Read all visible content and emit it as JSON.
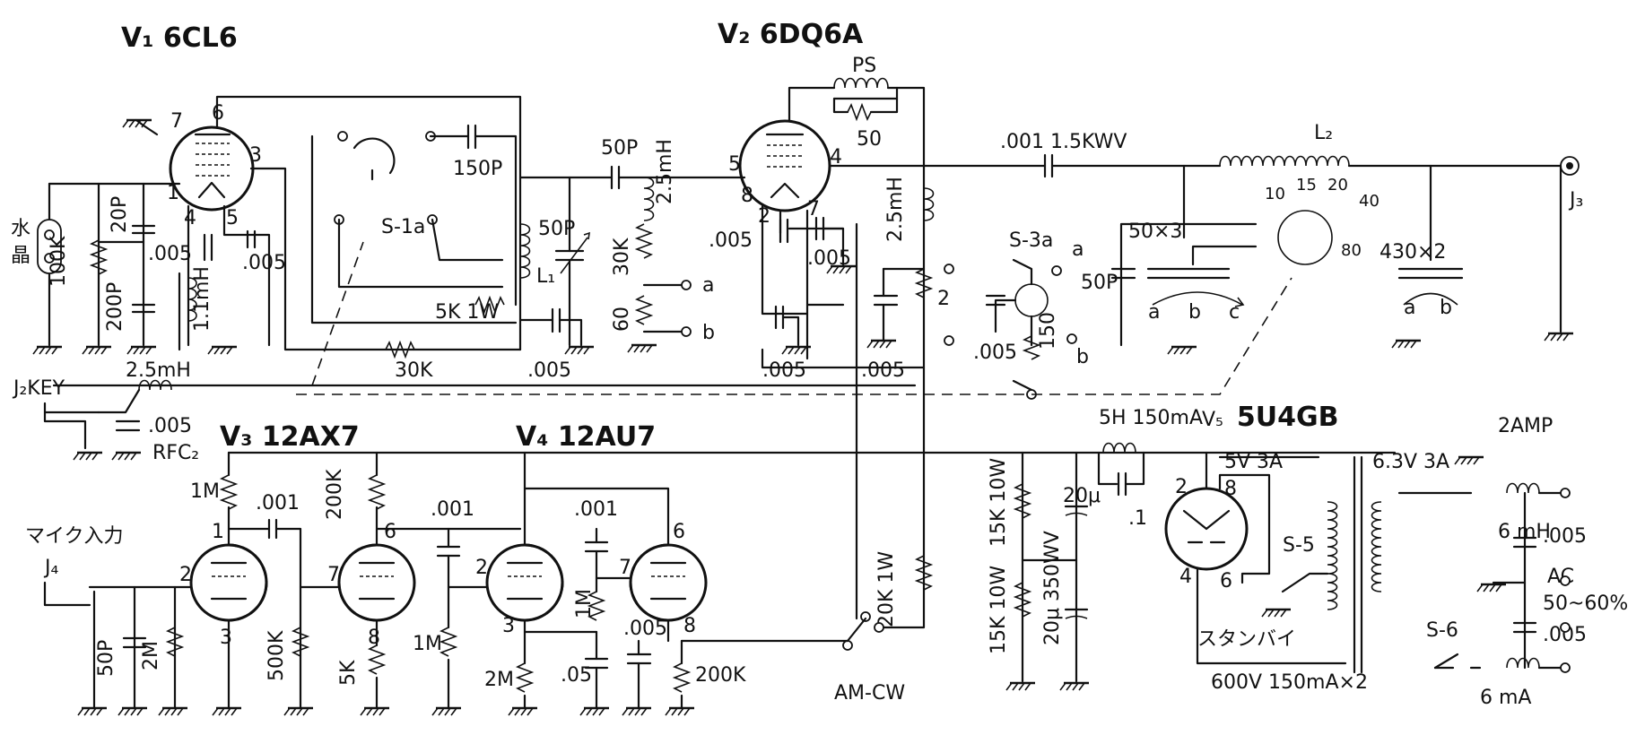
{
  "tubes": {
    "v1": {
      "designator": "V₁",
      "type": "6CL6"
    },
    "v2": {
      "designator": "V₂",
      "type": "6DQ6A"
    },
    "v3": {
      "designator": "V₃",
      "type": "12AX7"
    },
    "v4": {
      "designator": "V₄",
      "type": "12AU7"
    },
    "v5": {
      "designator": "V₅",
      "type": "5U4GB"
    }
  },
  "pins": {
    "v1_p7": "7",
    "v1_p6": "6",
    "v1_p3": "3",
    "v1_p1": "1",
    "v1_p4": "4",
    "v1_p5": "5",
    "v2_p5": "5",
    "v2_p4": "4",
    "v2_p8": "8",
    "v2_p2": "2",
    "v2_p7": "7",
    "v3_p1": "1",
    "v3_p2": "2",
    "v3_p3": "3",
    "v3_p6": "6",
    "v3_p7": "7",
    "v3_p8": "8",
    "v4_p2": "2",
    "v4_p3": "3",
    "v4_p6": "6",
    "v4_p7": "7",
    "v4_p8": "8",
    "v5_p2": "2",
    "v5_p8": "8",
    "v5_p4": "4",
    "v5_p6": "6"
  },
  "components": {
    "crystal": "水\n晶",
    "r100k": "100K",
    "c20p": "20P",
    "c200p": "200P",
    "c005_v1a": ".005",
    "c005_v1b": ".005",
    "l11mh": "1.1mH",
    "c150p": "150P",
    "s1a": "S-1a",
    "c50p_in": "50P",
    "c50p_var": "50P",
    "l1": "L₁",
    "r5k1w": "5K 1W",
    "r30k": "30K",
    "c005_l1": ".005",
    "j2": "J₂KEY",
    "l25mh_key": "2.5mH",
    "c005_key": ".005",
    "rfc2": "RFC₂",
    "l25mh_g2": "2.5mH",
    "r30k_g2": "30K",
    "r60": "60",
    "ps": "PS",
    "r50": "50",
    "c005_v2a": ".005",
    "c005_v2b": ".005",
    "c005_v2c": ".005",
    "c005_v2d": ".005",
    "l25mh_plate": "2.5mH",
    "r2": "2",
    "c001": ".001 1.5KWV",
    "l2": "L₂",
    "taps": [
      "10",
      "15",
      "20",
      "40",
      "80"
    ],
    "c50x3": "50×3",
    "c50p_out": "50P",
    "c430x2": "430×2",
    "j3": "J₃",
    "s3a": "S-3a",
    "c005_s3": ".005",
    "r150": "150",
    "mic": "マイク入力",
    "j4": "J₄",
    "c50p_mic": "50P",
    "r2m_v3": "2M",
    "r1m_v3": "1M",
    "c001_v3": ".001",
    "r500k": "500K",
    "r200k_v3": "200K",
    "r5k_v3": "5K",
    "c001_v4a": ".001",
    "c001_v4b": ".001",
    "r1m_v4a": "1M",
    "r2m_v4": "2M",
    "r1m_v4b": "1M",
    "c05": ".05",
    "c005_v4": ".005",
    "r200k_v4": "200K",
    "amcw": "AM-CW",
    "r20k1w": "20K 1W",
    "choke": "5H 150mA",
    "c20u_a": "20μ",
    "c20u_b": "20μ 350WV",
    "c1": ".1",
    "r15k_a": "15K 10W",
    "r15k_b": "15K 10W",
    "v5_fil": "5V 3A",
    "fil63": "6.3V 3A",
    "amp2": "2AMP",
    "l6mh": "6 mH",
    "l6ma": "6 mA",
    "c005_ac_a": ".005",
    "c005_ac_b": ".005",
    "ac": "AC",
    "ac_range": "50~60%",
    "s5": "S-5",
    "s6": "S-6",
    "standby": "スタンバイ",
    "trans": "600V 150mA×2"
  },
  "switch_pos": {
    "a": "a",
    "b": "b",
    "c": "c"
  }
}
